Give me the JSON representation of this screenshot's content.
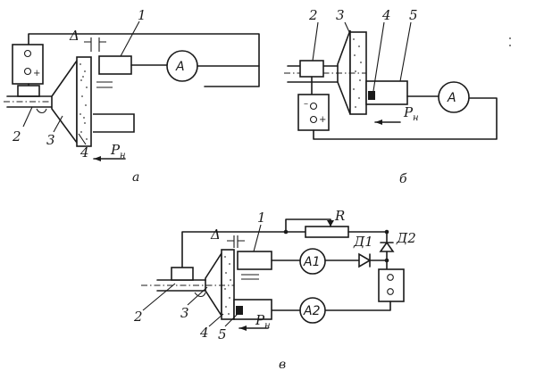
{
  "diagram_a": {
    "caption": "а",
    "labels": {
      "l1": "1",
      "l2": "2",
      "l3": "3",
      "l4": "4"
    },
    "gap": "Δ",
    "force": "P",
    "force_sub": "н",
    "ammeter": "A",
    "source_plus": "+"
  },
  "diagram_b": {
    "caption": "б",
    "labels": {
      "l2": "2",
      "l3": "3",
      "l4": "4",
      "l5": "5"
    },
    "force": "P",
    "force_sub": "н",
    "ammeter": "A",
    "source_minus": "–",
    "source_plus": "+"
  },
  "diagram_c": {
    "caption": "в",
    "labels": {
      "l1": "1",
      "l2": "2",
      "l3": "3",
      "l4": "4",
      "l5": "5"
    },
    "gap": "Δ",
    "resistor": "R",
    "diode1": "Д1",
    "diode2": "Д2",
    "ammeter1": "A1",
    "ammeter2": "A2",
    "force": "P",
    "force_sub": "н"
  }
}
